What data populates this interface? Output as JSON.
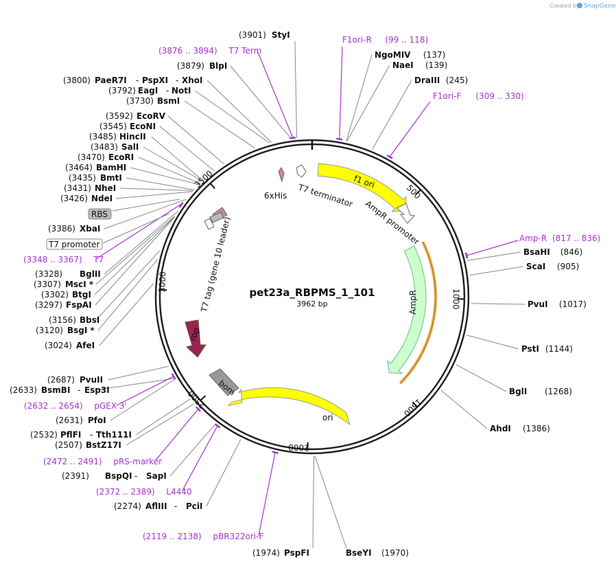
{
  "credit": {
    "prefix": "Created by",
    "brand": "SnapGene"
  },
  "plasmid": {
    "name": "pet23a_RBPMS_1_101",
    "length_label": "3962 bp",
    "length": 3962
  },
  "colors": {
    "backbone": "#222222",
    "primer": "#a733cc",
    "f1ori": "#ffff00",
    "ori": "#ffff00",
    "ampr": "#ccffcc",
    "rop": "#992255",
    "bom": "#999999",
    "t7tag": "#ffffff",
    "his": "#cc8899",
    "ampr_primer_band": "#f0c070"
  },
  "ticks": [
    "500",
    "1000",
    "1500",
    "2000",
    "2500",
    "3000",
    "3500"
  ],
  "enzymes": [
    {
      "name": "StyI",
      "pos": "(3901)"
    },
    {
      "name": "BlpI",
      "pos": "(3879)"
    },
    {
      "name": "PaeR7I",
      "sep1": "-",
      "name2": "PspXI",
      "sep2": "-",
      "name3": "XhoI",
      "pos": "(3800)"
    },
    {
      "name": "EagI",
      "sep1": "-",
      "name2": "NotI",
      "pos": "(3792)"
    },
    {
      "name": "BsmI",
      "pos": "(3730)"
    },
    {
      "name": "EcoRV",
      "pos": "(3592)"
    },
    {
      "name": "EcoNI",
      "pos": "(3545)"
    },
    {
      "name": "HincII",
      "pos": "(3485)"
    },
    {
      "name": "SalI",
      "pos": "(3483)"
    },
    {
      "name": "EcoRI",
      "pos": "(3470)"
    },
    {
      "name": "BamHI",
      "pos": "(3464)"
    },
    {
      "name": "BmtI",
      "pos": "(3435)"
    },
    {
      "name": "NheI",
      "pos": "(3431)"
    },
    {
      "name": "NdeI",
      "pos": "(3426)"
    },
    {
      "name": "XbaI",
      "pos": "(3386)"
    },
    {
      "name": "BglII",
      "pos": "(3328)"
    },
    {
      "name": "MscI *",
      "pos": "(3307)"
    },
    {
      "name": "BtgI",
      "pos": "(3302)"
    },
    {
      "name": "FspAI",
      "pos": "(3297)"
    },
    {
      "name": "BbsI",
      "pos": "(3156)"
    },
    {
      "name": "BsgI *",
      "pos": "(3120)"
    },
    {
      "name": "AfeI",
      "pos": "(3024)"
    },
    {
      "name": "PvuII",
      "pos": "(2687)"
    },
    {
      "name": "BsmBI",
      "sep1": "-",
      "name2": "Esp3I",
      "pos": "(2633)"
    },
    {
      "name": "PfoI",
      "pos": "(2631)"
    },
    {
      "name": "PflFI",
      "sep1": "-",
      "name2": "Tth111I",
      "pos": "(2532)"
    },
    {
      "name": "BstZ17I",
      "pos": "(2507)"
    },
    {
      "name": "BspQI",
      "sep1": "-",
      "name2": "SapI",
      "pos": "(2391)"
    },
    {
      "name": "AflIII",
      "sep1": "-",
      "name2": "PciI",
      "pos": "(2274)"
    },
    {
      "name": "PspFI",
      "pos": "(1974)"
    },
    {
      "name": "BseYI",
      "pos": "(1970)"
    },
    {
      "name": "NgoMIV",
      "pos": "(137)"
    },
    {
      "name": "NaeI",
      "pos": "(139)"
    },
    {
      "name": "DraIII",
      "pos": "(245)"
    },
    {
      "name": "BsaHI",
      "pos": "(846)"
    },
    {
      "name": "ScaI",
      "pos": "(905)"
    },
    {
      "name": "PvuI",
      "pos": "(1017)"
    },
    {
      "name": "PstI",
      "pos": "(1144)"
    },
    {
      "name": "BglI",
      "pos": "(1268)"
    },
    {
      "name": "AhdI",
      "pos": "(1386)"
    }
  ],
  "primers": [
    {
      "name": "T7 Term",
      "range": "(3876 .. 3894)"
    },
    {
      "name": "F1ori-R",
      "range": "(99 .. 118)"
    },
    {
      "name": "F1ori-F",
      "range": "(309 .. 330)"
    },
    {
      "name": "Amp-R",
      "range": "(817 .. 836)"
    },
    {
      "name": "T7",
      "range": "(3348 .. 3367)"
    },
    {
      "name": "pGEX 3'",
      "range": "(2632 .. 2654)"
    },
    {
      "name": "pRS-marker",
      "range": "(2472 .. 2491)"
    },
    {
      "name": "L4440",
      "range": "(2372 .. 2389)"
    },
    {
      "name": "pBR322ori-F",
      "range": "(2119 .. 2138)"
    }
  ],
  "boxed_features": [
    {
      "name": "RBS"
    },
    {
      "name": "T7 promoter"
    }
  ],
  "features": [
    {
      "name": "f1 ori"
    },
    {
      "name": "AmpR promoter"
    },
    {
      "name": "AmpR"
    },
    {
      "name": "ori"
    },
    {
      "name": "bom"
    },
    {
      "name": "rop"
    },
    {
      "name": "T7 tag (gene 10 leader)"
    },
    {
      "name": "6xHis"
    },
    {
      "name": "T7 terminator"
    }
  ]
}
